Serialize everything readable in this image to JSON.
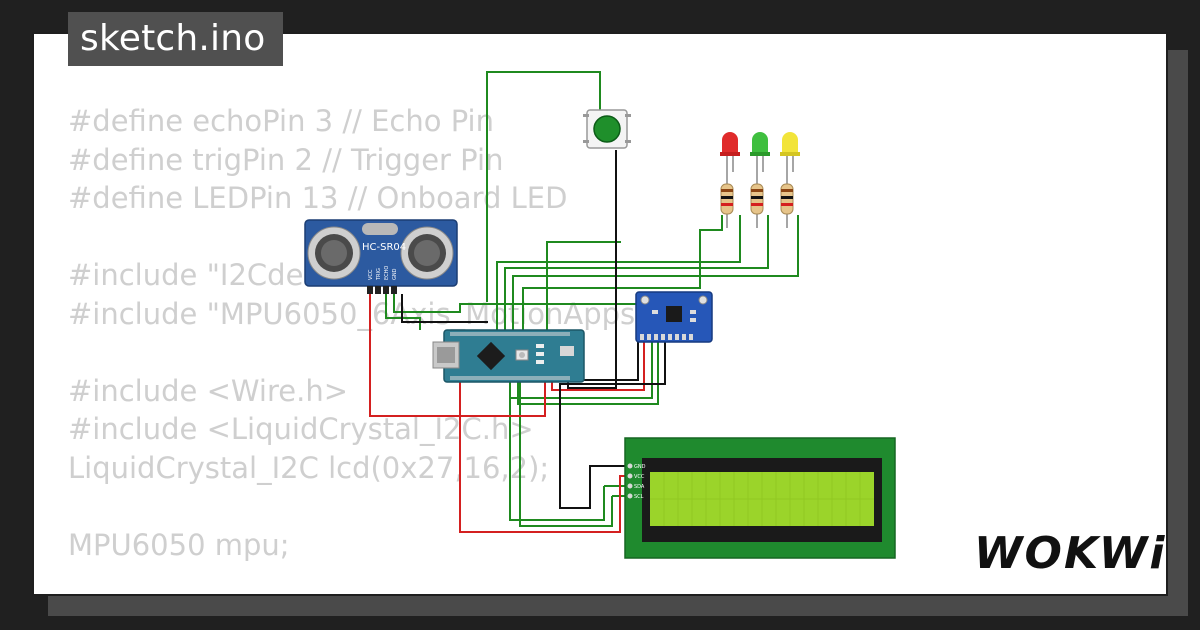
{
  "window": {
    "title": "sketch.ino"
  },
  "code_lines": [
    "#define echoPin 3 // Echo Pin",
    "#define trigPin 2 // Trigger Pin",
    "#define LEDPin 13 // Onboard LED",
    "",
    "#include \"I2Cdev.h\"",
    "#include \"MPU6050_6Axis_MotionApps20.h\"",
    "",
    "#include <Wire.h>",
    "#include <LiquidCrystal_I2C.h>",
    "LiquidCrystal_I2C lcd(0x27,16,2);",
    "",
    "MPU6050 mpu;"
  ],
  "components": {
    "ultrasonic_label": "HC-SR04",
    "ultrasonic_pins": [
      "VCC",
      "TRIG",
      "ECHO",
      "GND"
    ],
    "lcd_pins": [
      "GND",
      "VCC",
      "SDA",
      "SCL"
    ]
  },
  "brand": "WOKWi",
  "colors": {
    "wire_green": "#1f8a1f",
    "wire_red": "#d42020",
    "wire_black": "#111111",
    "lcd_screen": "#9bd42a",
    "board": "#2f7d92",
    "mpu_board": "#2657b8",
    "sensor_board": "#2c5aa0"
  }
}
